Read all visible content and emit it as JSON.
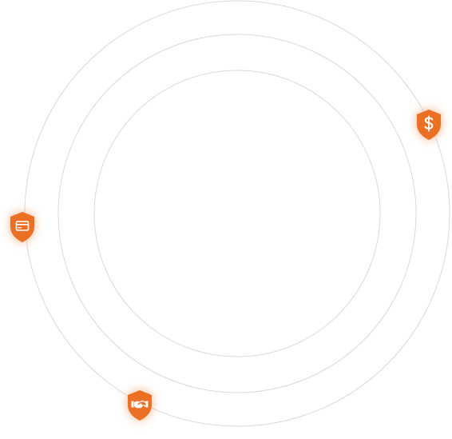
{
  "colors": {
    "ring": "#d9d9d9",
    "badge": "#ec7023",
    "badge_shadow": "#f7a66f",
    "icon": "#ffffff"
  },
  "rings": [
    {
      "name": "outer-orbit"
    },
    {
      "name": "middle-orbit"
    },
    {
      "name": "inner-orbit"
    }
  ],
  "badges": [
    {
      "name": "dollar-shield-badge",
      "icon": "dollar-icon"
    },
    {
      "name": "card-shield-badge",
      "icon": "credit-card-icon"
    },
    {
      "name": "handshake-shield-badge",
      "icon": "handshake-icon"
    }
  ]
}
